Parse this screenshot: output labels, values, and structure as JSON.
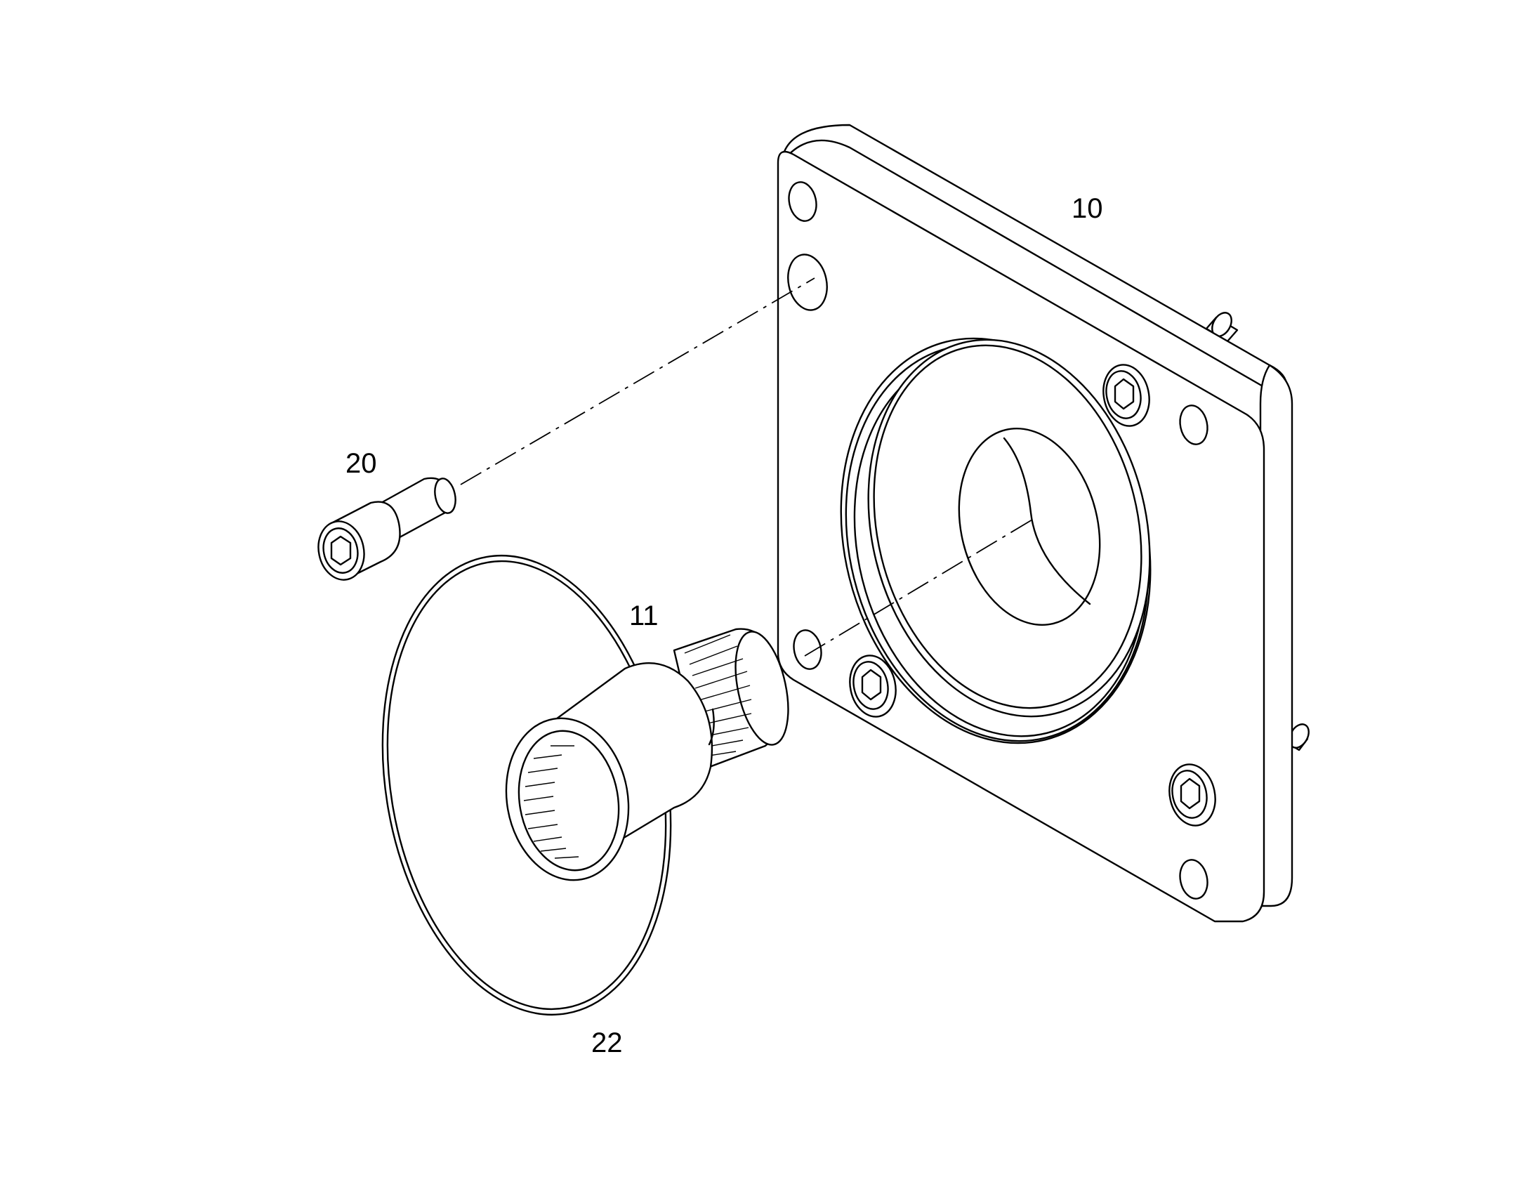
{
  "callouts": {
    "plate": "10",
    "shaft": "11",
    "screw": "20",
    "oring": "22"
  },
  "colors": {
    "line": "#000000",
    "background": "#ffffff"
  }
}
